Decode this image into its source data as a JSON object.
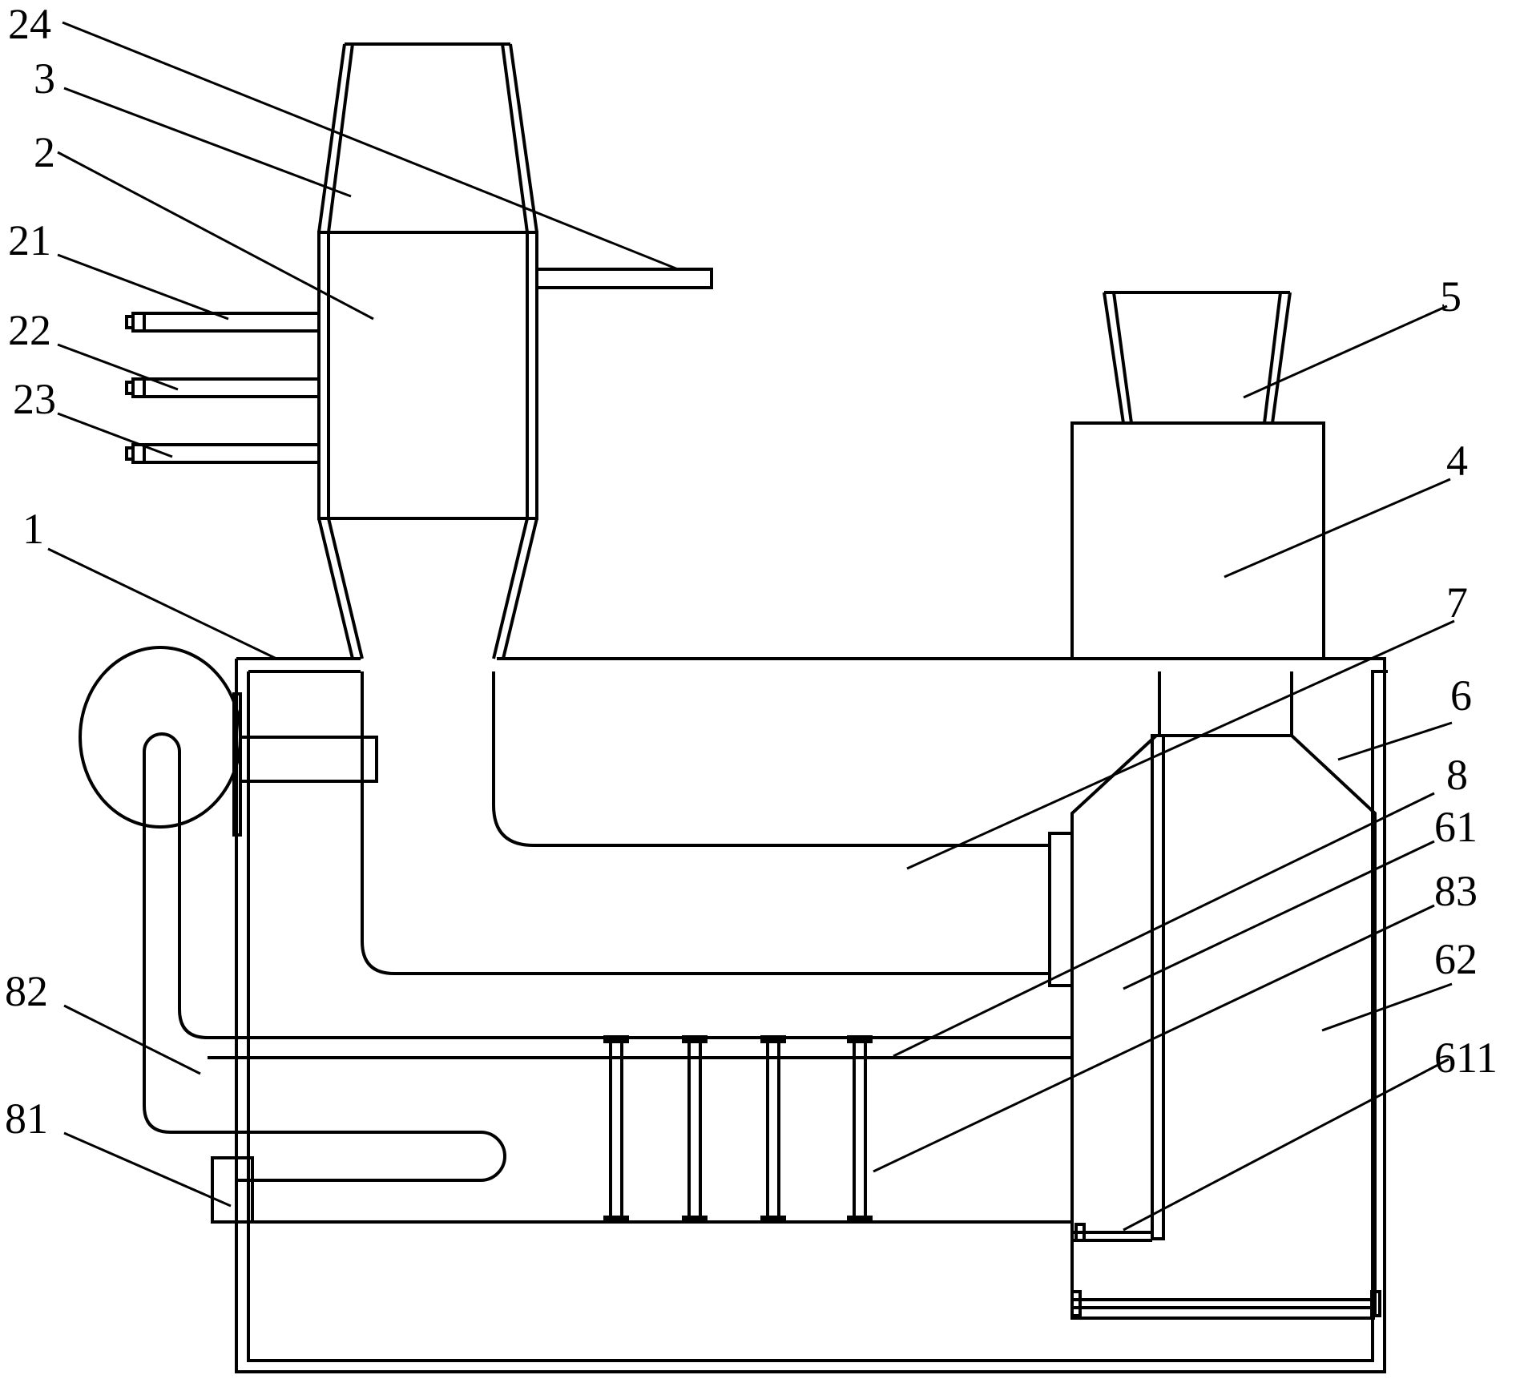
{
  "labels": {
    "l24": "24",
    "l3": "3",
    "l2": "2",
    "l21": "21",
    "l22": "22",
    "l23": "23",
    "l1": "1",
    "l5": "5",
    "l4": "4",
    "l7": "7",
    "l6": "6",
    "l8": "8",
    "l61": "61",
    "l83": "83",
    "l62": "62",
    "l611": "611",
    "l82": "82",
    "l81": "81"
  }
}
